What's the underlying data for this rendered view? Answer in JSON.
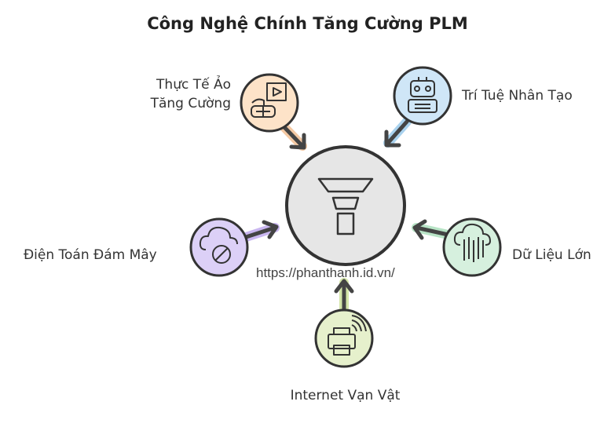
{
  "title": "Công Nghệ Chính Tăng Cường PLM",
  "watermark": "https://phanthanh.id.vn/",
  "center": {
    "icon": "funnel-icon",
    "color": "#e6e6e6"
  },
  "nodes": [
    {
      "id": "ar",
      "label_lines": [
        "Thực Tế Ảo",
        "Tăng Cường"
      ],
      "icon": "ar-headset-icon",
      "color": "#fde3c8",
      "stroke": "#333333"
    },
    {
      "id": "ai",
      "label_lines": [
        "Trí Tuệ Nhân Tạo"
      ],
      "icon": "robot-icon",
      "color": "#cfe6f7",
      "stroke": "#333333"
    },
    {
      "id": "cloud",
      "label_lines": [
        "Điện Toán Đám Mây"
      ],
      "icon": "cloud-blocked-icon",
      "color": "#dcd0f7",
      "stroke": "#333333"
    },
    {
      "id": "bigdata",
      "label_lines": [
        "Dữ Liệu Lớn"
      ],
      "icon": "cloud-data-icon",
      "color": "#d6f0de",
      "stroke": "#333333"
    },
    {
      "id": "iot",
      "label_lines": [
        "Internet Vạn Vật"
      ],
      "icon": "wireless-printer-icon",
      "color": "#e6f0cc",
      "stroke": "#333333"
    }
  ]
}
